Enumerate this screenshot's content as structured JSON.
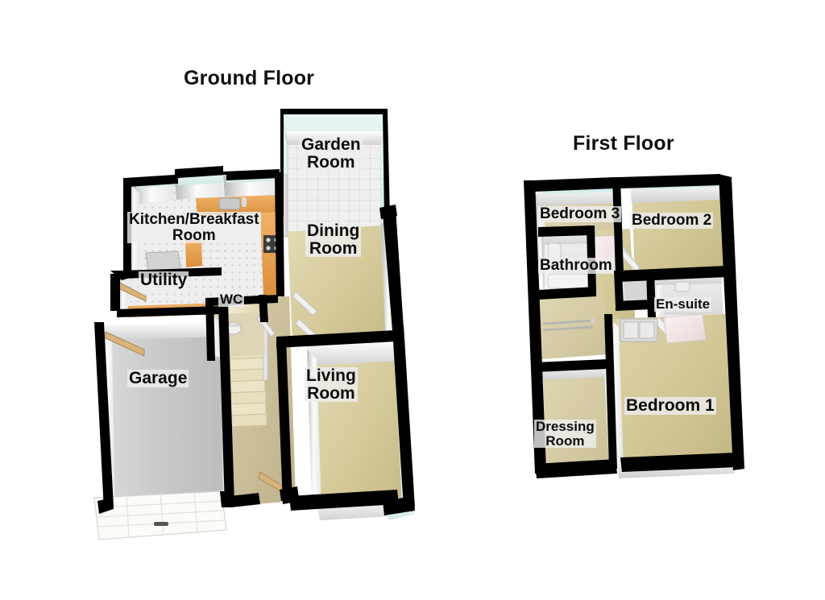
{
  "document": {
    "type": "residential-floor-plan",
    "floors": [
      {
        "id": "ground",
        "title": "Ground Floor",
        "rooms": [
          {
            "key": "kitchen",
            "label": "Kitchen/Breakfast\nRoom",
            "floor_color": "#e8e8e8"
          },
          {
            "key": "utility",
            "label": "Utility",
            "floor_color": "#e8e8e8"
          },
          {
            "key": "wc",
            "label": "WC",
            "floor_color": "#d6cfae"
          },
          {
            "key": "garage",
            "label": "Garage",
            "floor_color": "#c9c9c9"
          },
          {
            "key": "hall",
            "label": "",
            "floor_color": "#ccc3a0"
          },
          {
            "key": "living",
            "label": "Living\nRoom",
            "floor_color": "#d9cfa3"
          },
          {
            "key": "dining",
            "label": "Dining\nRoom",
            "floor_color": "#d6cb9c"
          },
          {
            "key": "garden",
            "label": "Garden\nRoom",
            "floor_color": "#ededec"
          }
        ]
      },
      {
        "id": "first",
        "title": "First Floor",
        "rooms": [
          {
            "key": "bedroom3",
            "label": "Bedroom 3",
            "floor_color": "#cfc49a"
          },
          {
            "key": "bathroom",
            "label": "Bathroom",
            "floor_color": "#ded8c2"
          },
          {
            "key": "bedroom2",
            "label": "Bedroom 2",
            "floor_color": "#d3c79b"
          },
          {
            "key": "ensuite",
            "label": "En-suite",
            "floor_color": "#d9d2bb"
          },
          {
            "key": "bedroom1",
            "label": "Bedroom 1",
            "floor_color": "#d6cb9e"
          },
          {
            "key": "dressing",
            "label": "Dressing\nRoom",
            "floor_color": "#d2c79c"
          },
          {
            "key": "landing",
            "label": "",
            "floor_color": "#cec294"
          }
        ]
      }
    ],
    "palette": {
      "wall_outline": "#000000",
      "wall_face": "#f2f2f2",
      "wall_shadow": "#9a9a9a",
      "glazing": "#dff0ef",
      "counter_wood": "#e8a85c",
      "stair_tread": "#ece4c6",
      "label_bg": "#eeeeee",
      "text": "#0c0c0c",
      "background": "#ffffff"
    }
  }
}
